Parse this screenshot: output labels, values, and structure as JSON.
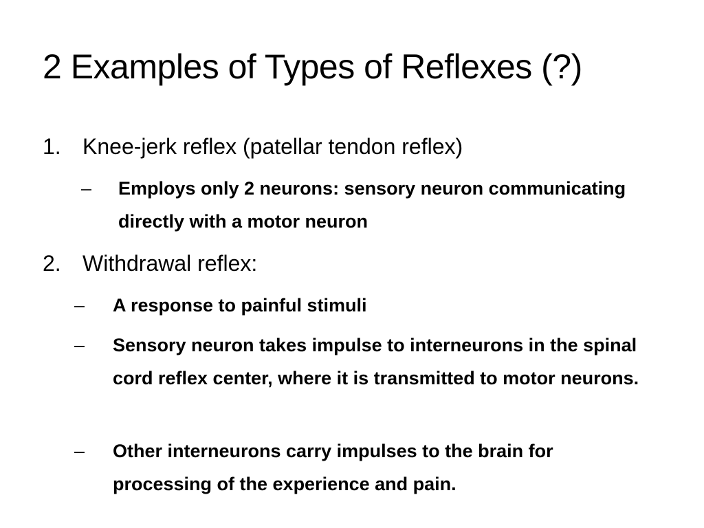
{
  "slide": {
    "title": "2 Examples of Types of Reflexes (?)",
    "items": [
      {
        "number": "1.",
        "text": "Knee-jerk reflex (patellar tendon reflex)",
        "subitems": [
          {
            "marker": "–",
            "text": "Employs only 2 neurons: sensory neuron communicating directly with a motor neuron"
          }
        ]
      },
      {
        "number": "2.",
        "text": "Withdrawal reflex:",
        "subitems": [
          {
            "marker": "–",
            "text": "A response to painful stimuli"
          },
          {
            "marker": "–",
            "text": "Sensory neuron takes impulse to interneurons in the spinal cord reflex center, where it is transmitted to motor neurons."
          },
          {
            "marker": "–",
            "text": "Other interneurons carry impulses to the brain for processing of the experience and pain."
          }
        ]
      }
    ]
  }
}
